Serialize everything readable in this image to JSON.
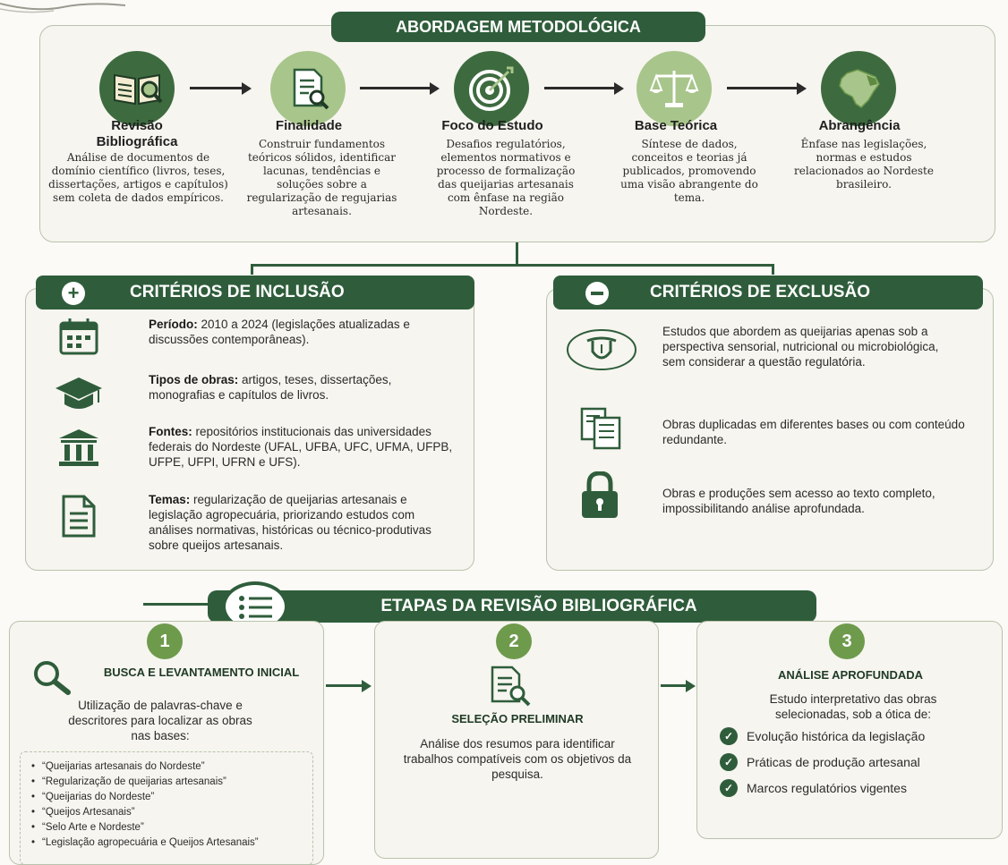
{
  "header": {
    "title": "ABORDAGEM METODOLÓGICA"
  },
  "approach": [
    {
      "icon": "open-book-magnifier-icon",
      "title": "Revisão Bibliográfica",
      "desc": "Análise de documentos de domínio científico (livros, teses, dissertações, artigos e capítulos) sem coleta de dados empíricos."
    },
    {
      "icon": "document-magnifier-icon",
      "title": "Finalidade",
      "desc": "Construir fundamentos teóricos sólidos, identificar lacunas, tendências e soluções sobre a regularização de regujarias artesanais."
    },
    {
      "icon": "target-arrow-icon",
      "title": "Foco do Estudo",
      "desc": "Desafios regulatórios, elementos normativos e processo de formalização das queijarias artesanais com ênfase na região Nordeste."
    },
    {
      "icon": "scales-icon",
      "title": "Base Teórica",
      "desc": "Síntese de dados, conceitos e teorias já publicados, promovendo uma visão abrangente do tema."
    },
    {
      "icon": "brazil-map-icon",
      "title": "Abrangência",
      "desc": "Ênfase nas legislações, normas e estudos relacionados ao Nordeste brasileiro."
    }
  ],
  "inclusion": {
    "title": "CRITÉRIOS DE INCLUSÃO",
    "items": [
      {
        "icon": "calendar-icon",
        "label": "Período:",
        "text": " 2010 a 2024 (legislações atualizadas e discussões contemporâneas)."
      },
      {
        "icon": "graduation-cap-icon",
        "label": "Tipos de obras:",
        "text": " artigos, teses, dissertações, monografias e capítulos de livros."
      },
      {
        "icon": "institution-building-icon",
        "label": "Fontes:",
        "text": " repositórios institucionais das universidades federais do Nordeste (UFAL, UFBA, UFC, UFMA, UFPB, UFPE, UFPI, UFRN e UFS)."
      },
      {
        "icon": "document-icon",
        "label": "Temas:",
        "text": " regularização de queijarias artesanais e legislação agropecuária, priorizando estudos com análises normativas, históricas ou técnico-produtivas sobre queijos artesanais."
      }
    ]
  },
  "exclusion": {
    "title": "CRITÉRIOS DE EXCLUSÃO",
    "items": [
      {
        "icon": "tongue-taste-icon",
        "text": "Estudos que abordem as queijarias apenas sob a perspectiva sensorial, nutricional ou microbiológica, sem considerar a questão regulatória."
      },
      {
        "icon": "duplicate-documents-icon",
        "text": "Obras duplicadas em diferentes bases ou com conteúdo redundante."
      },
      {
        "icon": "padlock-icon",
        "text": "Obras e produções sem acesso ao texto completo, impossibilitando análise aprofundada."
      }
    ]
  },
  "steps": {
    "title": "ETAPAS DA REVISÃO BIBLIOGRÁFICA",
    "items": [
      {
        "num": "1",
        "title": "BUSCA E LEVANTAMENTO INICIAL",
        "desc": "Utilização de palavras-chave e descritores para localizar as obras nas bases:",
        "keywords": [
          "“Queijarias artesanais do Nordeste”",
          "“Regularização de queijarias artesanais”",
          "“Queijarias do Nordeste”",
          "“Queijos Artesanais”",
          "“Selo Arte e Nordeste”",
          "“Legislação agropecuária e Queijos Artesanais”"
        ]
      },
      {
        "num": "2",
        "title": "SELEÇÃO PRELIMINAR",
        "desc": "Análise dos resumos para identificar trabalhos compatíveis com os objetivos da pesquisa."
      },
      {
        "num": "3",
        "title": "ANÁLISE APROFUNDADA",
        "desc": "Estudo interpretativo das obras selecionadas, sob a ótica de:",
        "checks": [
          "Evolução histórica da legislação",
          "Práticas de produção artesanal",
          "Marcos regulatórios vigentes"
        ]
      }
    ]
  },
  "colors": {
    "dark_green": "#2f5d3b",
    "light_green": "#a8c58b",
    "mid_green": "#6e9a4c"
  }
}
